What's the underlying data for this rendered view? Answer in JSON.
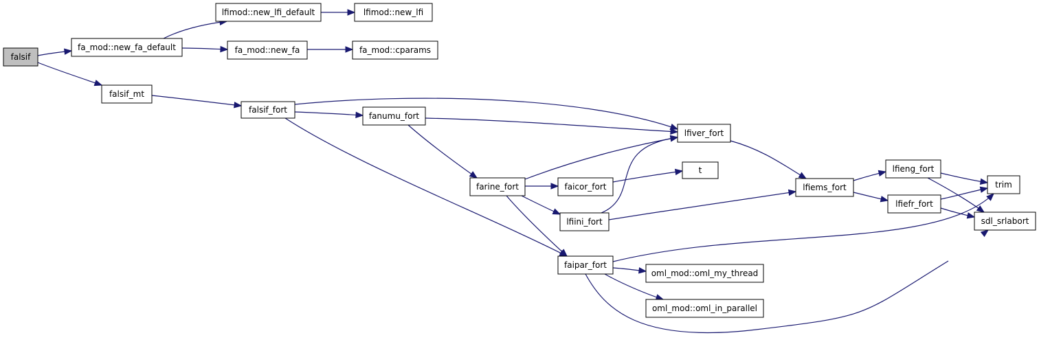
{
  "graph": {
    "colors": {
      "edge": "#191970",
      "root_fill": "#bfbfbf",
      "node_fill": "#ffffff",
      "node_border": "#000000"
    },
    "nodes": [
      {
        "id": "falsif",
        "label": "falsif",
        "root": true
      },
      {
        "id": "fa_new_fa_default",
        "label": "fa_mod::new_fa_default"
      },
      {
        "id": "lfimod_new_lfi_default",
        "label": "lfimod::new_lfi_default"
      },
      {
        "id": "lfimod_new_lfi",
        "label": "lfimod::new_lfi"
      },
      {
        "id": "fa_new_fa",
        "label": "fa_mod::new_fa"
      },
      {
        "id": "fa_cparams",
        "label": "fa_mod::cparams"
      },
      {
        "id": "falsif_mt",
        "label": "falsif_mt"
      },
      {
        "id": "falsif_fort",
        "label": "falsif_fort"
      },
      {
        "id": "fanumu_fort",
        "label": "fanumu_fort"
      },
      {
        "id": "lfiver_fort",
        "label": "lfiver_fort"
      },
      {
        "id": "farine_fort",
        "label": "farine_fort"
      },
      {
        "id": "faicor_fort",
        "label": "faicor_fort"
      },
      {
        "id": "t",
        "label": "t"
      },
      {
        "id": "lfiini_fort",
        "label": "lfiini_fort"
      },
      {
        "id": "lfiems_fort",
        "label": "lfiems_fort"
      },
      {
        "id": "lfieng_fort",
        "label": "lfieng_fort"
      },
      {
        "id": "lfiefr_fort",
        "label": "lfiefr_fort"
      },
      {
        "id": "trim",
        "label": "trim"
      },
      {
        "id": "sdl_srlabort",
        "label": "sdl_srlabort"
      },
      {
        "id": "faipar_fort",
        "label": "faipar_fort"
      },
      {
        "id": "oml_my_thread",
        "label": "oml_mod::oml_my_thread"
      },
      {
        "id": "oml_in_parallel",
        "label": "oml_mod::oml_in_parallel"
      }
    ],
    "edges": [
      {
        "from": "falsif",
        "to": "fa_new_fa_default"
      },
      {
        "from": "falsif",
        "to": "falsif_mt"
      },
      {
        "from": "fa_new_fa_default",
        "to": "lfimod_new_lfi_default"
      },
      {
        "from": "fa_new_fa_default",
        "to": "fa_new_fa"
      },
      {
        "from": "lfimod_new_lfi_default",
        "to": "lfimod_new_lfi"
      },
      {
        "from": "fa_new_fa",
        "to": "fa_cparams"
      },
      {
        "from": "falsif_mt",
        "to": "falsif_fort"
      },
      {
        "from": "falsif_fort",
        "to": "lfiver_fort"
      },
      {
        "from": "falsif_fort",
        "to": "fanumu_fort"
      },
      {
        "from": "falsif_fort",
        "to": "faipar_fort"
      },
      {
        "from": "fanumu_fort",
        "to": "lfiver_fort"
      },
      {
        "from": "fanumu_fort",
        "to": "farine_fort"
      },
      {
        "from": "farine_fort",
        "to": "lfiver_fort"
      },
      {
        "from": "farine_fort",
        "to": "faicor_fort"
      },
      {
        "from": "farine_fort",
        "to": "lfiini_fort"
      },
      {
        "from": "farine_fort",
        "to": "faipar_fort"
      },
      {
        "from": "faicor_fort",
        "to": "t"
      },
      {
        "from": "lfiini_fort",
        "to": "lfiver_fort"
      },
      {
        "from": "lfiini_fort",
        "to": "lfiems_fort"
      },
      {
        "from": "lfiver_fort",
        "to": "lfiems_fort"
      },
      {
        "from": "lfiems_fort",
        "to": "lfieng_fort"
      },
      {
        "from": "lfiems_fort",
        "to": "lfiefr_fort"
      },
      {
        "from": "lfieng_fort",
        "to": "trim"
      },
      {
        "from": "lfieng_fort",
        "to": "sdl_srlabort"
      },
      {
        "from": "lfiefr_fort",
        "to": "trim"
      },
      {
        "from": "lfiefr_fort",
        "to": "sdl_srlabort"
      },
      {
        "from": "faipar_fort",
        "to": "trim"
      },
      {
        "from": "faipar_fort",
        "to": "oml_my_thread"
      },
      {
        "from": "faipar_fort",
        "to": "oml_in_parallel"
      },
      {
        "from": "faipar_fort",
        "to": "sdl_srlabort"
      }
    ]
  }
}
